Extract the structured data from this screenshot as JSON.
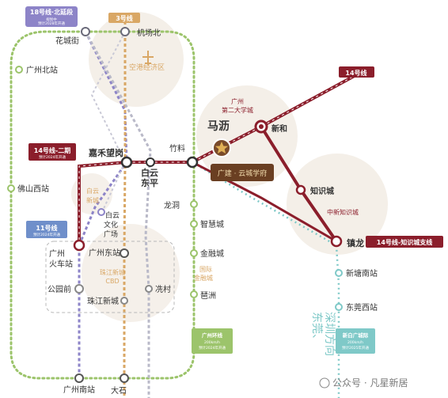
{
  "colors": {
    "background": "#ffffff",
    "loop": "#9cc46b",
    "line14": "#8b1e2b",
    "line18": "#8d84c8",
    "line3": "#d9a765",
    "line11": "#6f8fca",
    "line22": "#b8b8b8",
    "zone": "#f3ede6",
    "teal": "#7fc9c8",
    "tan": "#c6935c"
  },
  "line_tags": {
    "line18": {
      "name": "18号线·北延段",
      "sub1": "规划中",
      "sub2": "预计2028年开通"
    },
    "line3": {
      "name": "3号线"
    },
    "line14": {
      "name": "14号线"
    },
    "line14_phase2": {
      "name": "14号线-二期",
      "sub": "预计2024年开通"
    },
    "line11": {
      "name": "11号线",
      "sub": "预计2024年开通"
    },
    "line14_branch": {
      "name": "14号线-知识城支线"
    }
  },
  "stations": {
    "huachengjie": "花城街",
    "jichangbei": "机场北",
    "guangzhoubeizhan": "广州北站",
    "jiahewanggang": "嘉禾望岗",
    "baiyun_dongping_1": "白云",
    "baiyun_dongping_2": "东平",
    "zhuliao": "竹料",
    "mali": "马沥",
    "xinhe": "新和",
    "foshanxizhan": "佛山西站",
    "longdong": "龙洞",
    "zhihuicheng": "智慧城",
    "zhishicheng": "知识城",
    "baiyun_wenhua_1": "白云",
    "baiyun_wenhua_2": "文化",
    "baiyun_wenhua_3": "广场",
    "guangzhouhuochezhan_1": "广州",
    "guangzhouhuochezhan_2": "火车站",
    "guangzhoudongzhan": "广州东站",
    "jinrongcheng": "金融城",
    "zhenlong": "镇龙",
    "gongyuanqian": "公园前",
    "zhujiangxincheng": "珠江新城",
    "xiancun": "冼村",
    "xintangnanzhan": "新塘南站",
    "qinzhou": "琶洲",
    "dongguanxizhan": "东莞西站",
    "guangzhounanzhan": "广州南站",
    "dashi": "大石"
  },
  "zones": {
    "airport_zone": "空港经济区",
    "university_zone_1": "广州",
    "university_zone_2": "第二大学城",
    "zhishi_zone": "中新知识城",
    "baiyun_xincheng_1": "白云",
    "baiyun_xincheng_2": "新城",
    "cbd_1": "珠江新城",
    "cbd_2": "CBD",
    "finance_1": "国际",
    "finance_2": "金融城"
  },
  "project": {
    "name": "广建 · 云城学府"
  },
  "ring": {
    "name": "广州环线",
    "sub1": "200km/h",
    "sub2": "预计2024年开通"
  },
  "intercity": {
    "name": "新白广城际",
    "sub1": "200km/h",
    "sub2": "预计2025年开通"
  },
  "direction": {
    "line1": "东莞、",
    "line2": "深圳方向"
  },
  "watermark": "公众号 · 凡星新居"
}
